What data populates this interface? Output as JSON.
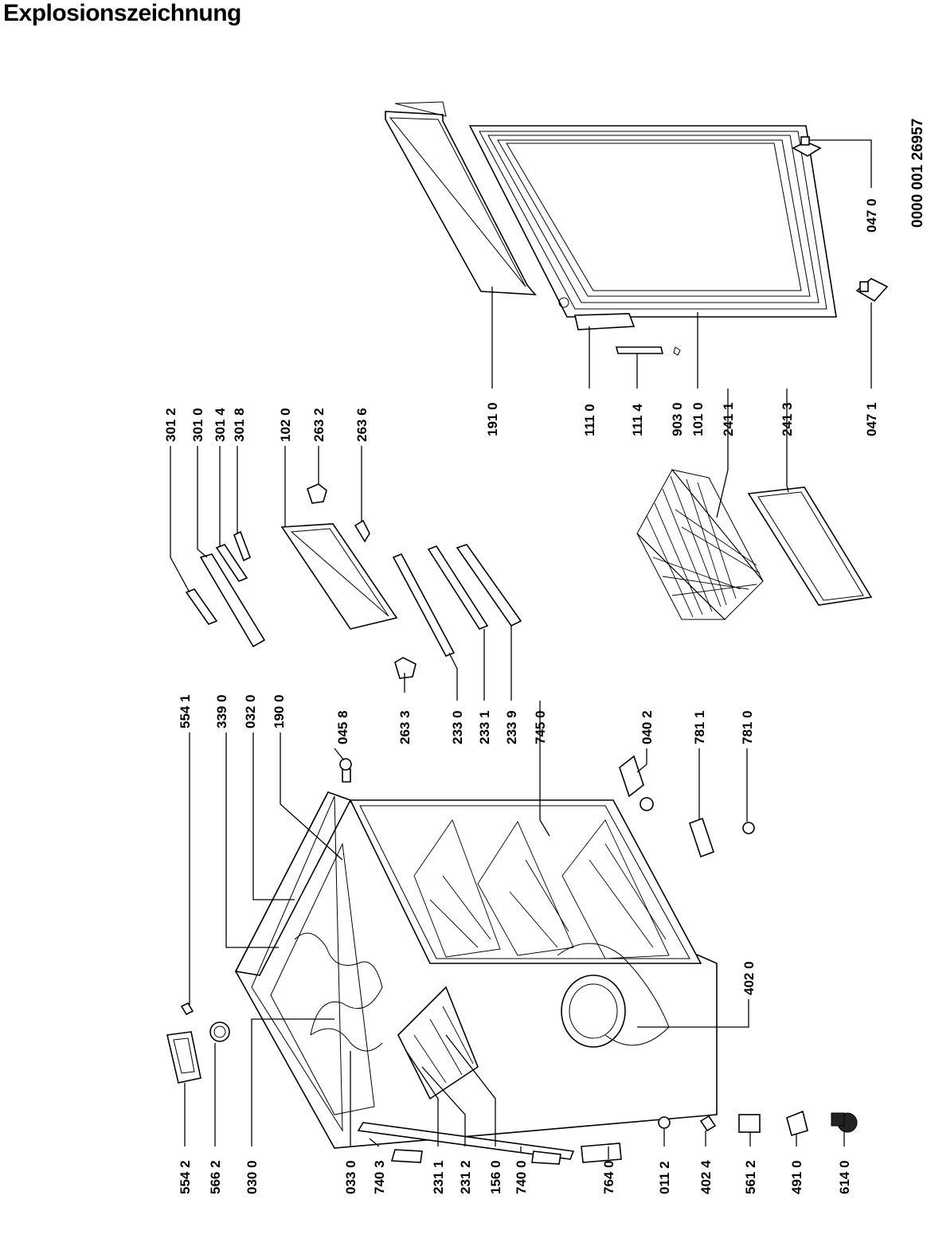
{
  "title": "Explosionszeichnung",
  "document_id": "0000 001 26957",
  "labels": {
    "l_554_1": "554 1",
    "l_339_0": "339 0",
    "l_032_0": "032 0",
    "l_190_0": "190 0",
    "l_045_8": "045 8",
    "l_263_3": "263 3",
    "l_233_0": "233 0",
    "l_233_1": "233 1",
    "l_233_9": "233 9",
    "l_745_0": "745 0",
    "l_040_2": "040 2",
    "l_781_1": "781 1",
    "l_781_0": "781 0",
    "l_402_0": "402 0",
    "l_301_2": "301 2",
    "l_301_0": "301 0",
    "l_301_4": "301 4",
    "l_301_8": "301 8",
    "l_102_0": "102 0",
    "l_263_2": "263 2",
    "l_263_6": "263 6",
    "l_191_0": "191 0",
    "l_111_0": "111 0",
    "l_111_4": "111 4",
    "l_903_0": "903 0",
    "l_101_0": "101 0",
    "l_241_1": "241 1",
    "l_241_3": "241 3",
    "l_047_1": "047 1",
    "l_047_0": "047 0",
    "l_554_2": "554 2",
    "l_566_2": "566 2",
    "l_030_0": "030 0",
    "l_033_0": "033 0",
    "l_740_3": "740 3",
    "l_231_1": "231 1",
    "l_231_2": "231 2",
    "l_156_0": "156 0",
    "l_740_0": "740 0",
    "l_764_0": "764 0",
    "l_011_2": "011 2",
    "l_402_4": "402 4",
    "l_561_2": "561 2",
    "l_491_0": "491 0",
    "l_614_0": "614 0"
  }
}
